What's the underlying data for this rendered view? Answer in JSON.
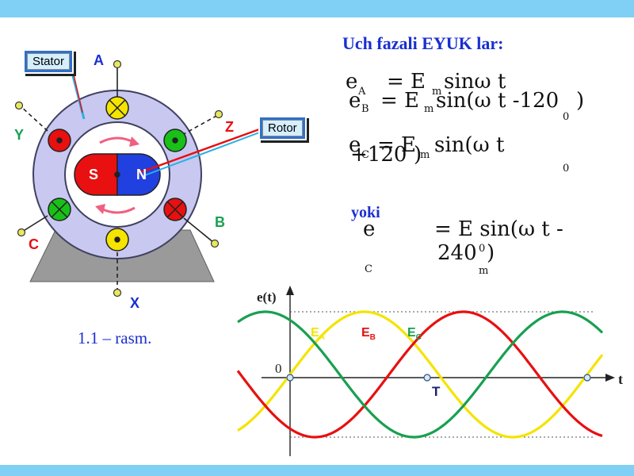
{
  "title": "Uch fazali EYUK lar:",
  "equations": {
    "eA": {
      "e": "e",
      "sub": "A",
      "rhs": "= E",
      "sub2": "m",
      "fn": "sinω t"
    },
    "eB": {
      "e": "e",
      "sub": "B",
      "rhs": "= E",
      "sub2": "m",
      "fn": "sin(ω t -120",
      "close": ")",
      "deg": "0"
    },
    "eC": {
      "e": "e",
      "sub": "C",
      "rhs": "= E",
      "sub2": "m",
      "fn": "sin(ω t",
      "line2": "+120",
      "close": ")",
      "deg": "0"
    },
    "yoki": "yoki",
    "eC2": {
      "e": "e",
      "sub": "C",
      "rhs": "= E sin(ω t -",
      "line2": "240",
      "deg": "0",
      "close": ")",
      "sub2": "m"
    }
  },
  "machine": {
    "stator_label": "Stator",
    "rotor_label": "Rotor",
    "pole_s": "S",
    "pole_n": "N",
    "terminals": {
      "A": "A",
      "B": "B",
      "C": "C",
      "X": "X",
      "Y": "Y",
      "Z": "Z"
    },
    "colors": {
      "phaseA": "#f4e400",
      "phaseB": "#e81010",
      "phaseC": "#18c018",
      "stator": "#c8c8f0",
      "rotor_s": "#e81010",
      "rotor_n": "#2040e0"
    }
  },
  "caption": "1.1 – rasm.",
  "chart_data": {
    "type": "line",
    "ylabel": "e(t)",
    "xlabel": "t",
    "origin_label": "0",
    "period_label": "T",
    "amplitude": 1,
    "x_periods": [
      0,
      1.34
    ],
    "series": [
      {
        "name": "EA",
        "label": "E",
        "sub": "A",
        "phase_deg": 0,
        "color": "#f4e400"
      },
      {
        "name": "EB",
        "label": "E",
        "sub": "B",
        "phase_deg": -120,
        "color": "#e81010"
      },
      {
        "name": "EC",
        "label": "E",
        "sub": "C",
        "phase_deg": 120,
        "color": "#18a050"
      }
    ]
  }
}
